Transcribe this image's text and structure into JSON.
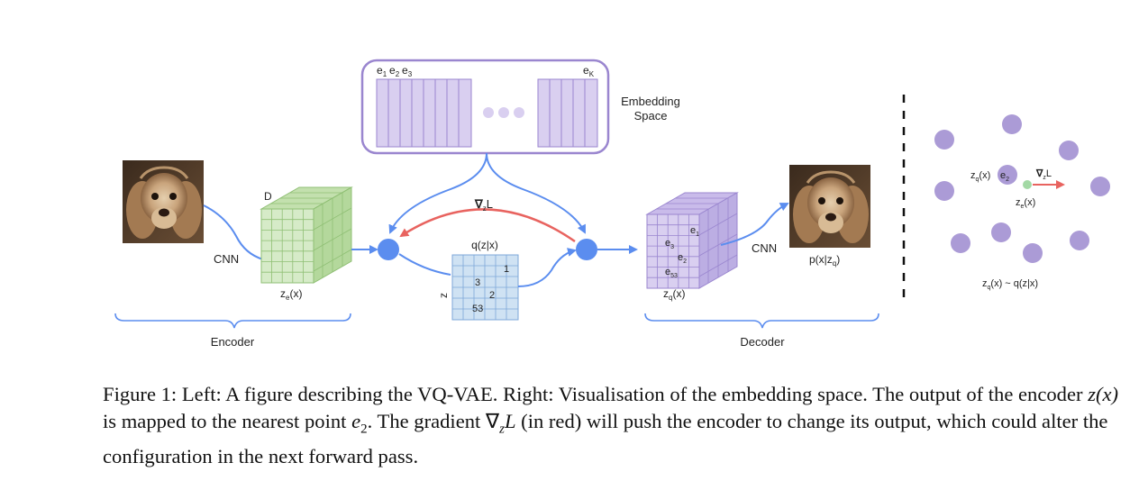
{
  "figure": {
    "embedding": {
      "title_line1": "Embedding",
      "title_line2": "Space",
      "e1": "e",
      "e1_sub": "1",
      "e2": "e",
      "e2_sub": "2",
      "e3": "e",
      "e3_sub": "3",
      "eK": "e",
      "eK_sub": "K"
    },
    "encoder": {
      "cnn_label": "CNN",
      "d_label": "D",
      "ze_label": "z",
      "ze_sub": "e",
      "ze_rest": "(x)",
      "section_label": "Encoder"
    },
    "gradient": {
      "nabla": "∇",
      "sub": "z",
      "L": "L"
    },
    "qzx": {
      "label": "q(z|x)",
      "z_label": "z",
      "cells": [
        "1",
        "3",
        "2",
        "53"
      ]
    },
    "decoder": {
      "cube_labels": [
        {
          "t": "e",
          "s": "1"
        },
        {
          "t": "e",
          "s": "3"
        },
        {
          "t": "e",
          "s": "2"
        },
        {
          "t": "e",
          "s": "53"
        }
      ],
      "zq_label": "z",
      "zq_sub": "q",
      "zq_rest": "(x)",
      "cnn_label": "CNN",
      "pxz_label": "p(x|z",
      "pxz_sub": "q",
      "pxz_rest": ")",
      "section_label": "Decoder"
    },
    "right_panel": {
      "zq_label": "z",
      "zq_sub": "q",
      "zq_rest": "(x)",
      "e2_label": "e",
      "e2_sub": "2",
      "grad_label": "∇",
      "grad_sub": "z",
      "grad_rest": "L",
      "ze_label": "z",
      "ze_sub": "e",
      "ze_rest": "(x)",
      "bottom_z": "z",
      "bottom_sub": "q",
      "bottom_rest": "(x) ~ q(z|x)"
    },
    "colors": {
      "blue": "#5b8def",
      "red": "#e8635f",
      "purple_border": "#9a86cf",
      "purple_fill": "#d9cff0",
      "green_fill": "#d6ebc8",
      "light_blue_fill": "#cfe2f3",
      "dot_purple": "#ab9bd6",
      "dot_green": "#a3d9a5"
    }
  },
  "caption": {
    "p1": "Figure 1: Left: A figure describing the VQ-VAE. Right: Visualisation of the embedding space. The output of the encoder ",
    "m1": "z(x)",
    "p2": " is mapped to the nearest point ",
    "m2": "e",
    "m2_sub": "2",
    "p3": ". The gradient ",
    "m3": "∇",
    "m3_sub": "z",
    "m3_rest": "L",
    "p4": " (in red) will push the encoder to change its output, which could alter the configuration in the next forward pass."
  }
}
